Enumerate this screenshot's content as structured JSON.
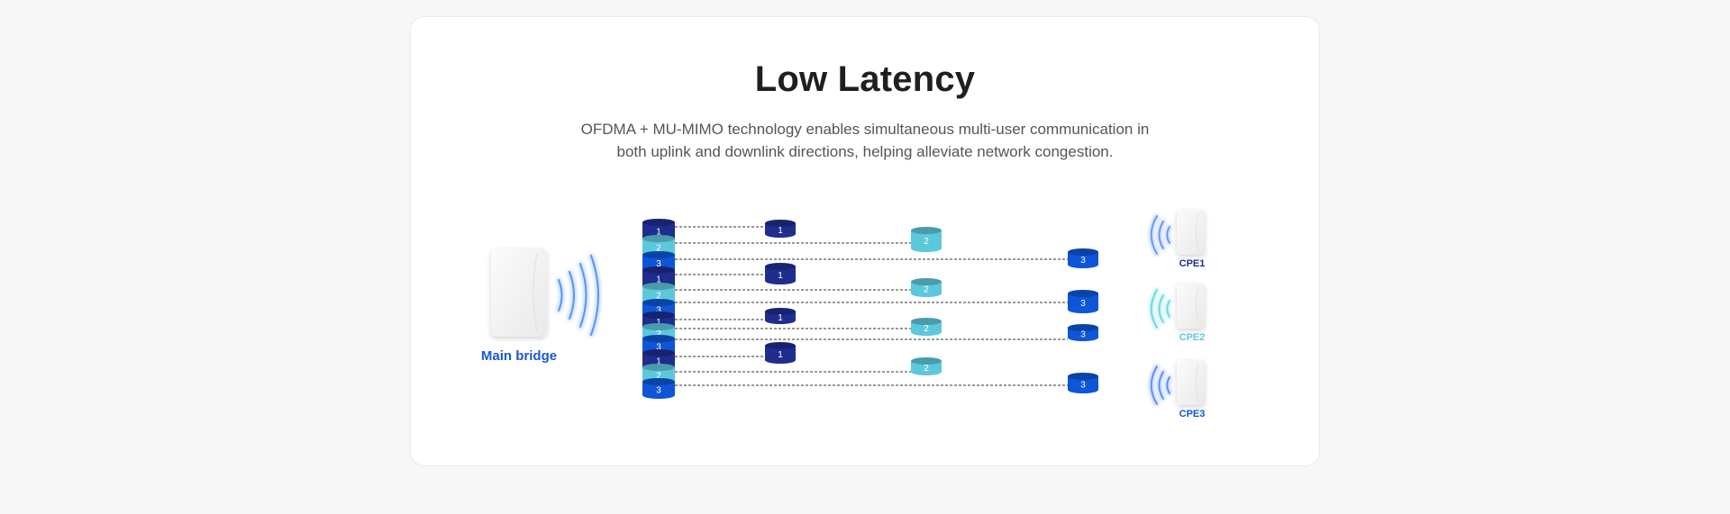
{
  "title": "Low Latency",
  "subtitle_lines": [
    "OFDMA + MU-MIMO technology enables simultaneous multi-user communication in",
    "both uplink and downlink directions, helping alleviate network congestion."
  ],
  "main_label": "Main bridge",
  "cpe_labels": [
    "CPE1",
    "CPE2",
    "CPE3"
  ],
  "colors": {
    "stream1": "#1f2d8f",
    "stream2": "#5cc8dc",
    "stream3": "#0d56d8",
    "main_label": "#1a56d6",
    "cpe1_label": "#1f2d8f",
    "cpe2_label": "#5cc8dc",
    "cpe3_label": "#0d56d8"
  },
  "stack_sequence": [
    "1",
    "2",
    "3",
    "1",
    "2",
    "3",
    "1",
    "2",
    "3",
    "1",
    "2",
    "3"
  ]
}
